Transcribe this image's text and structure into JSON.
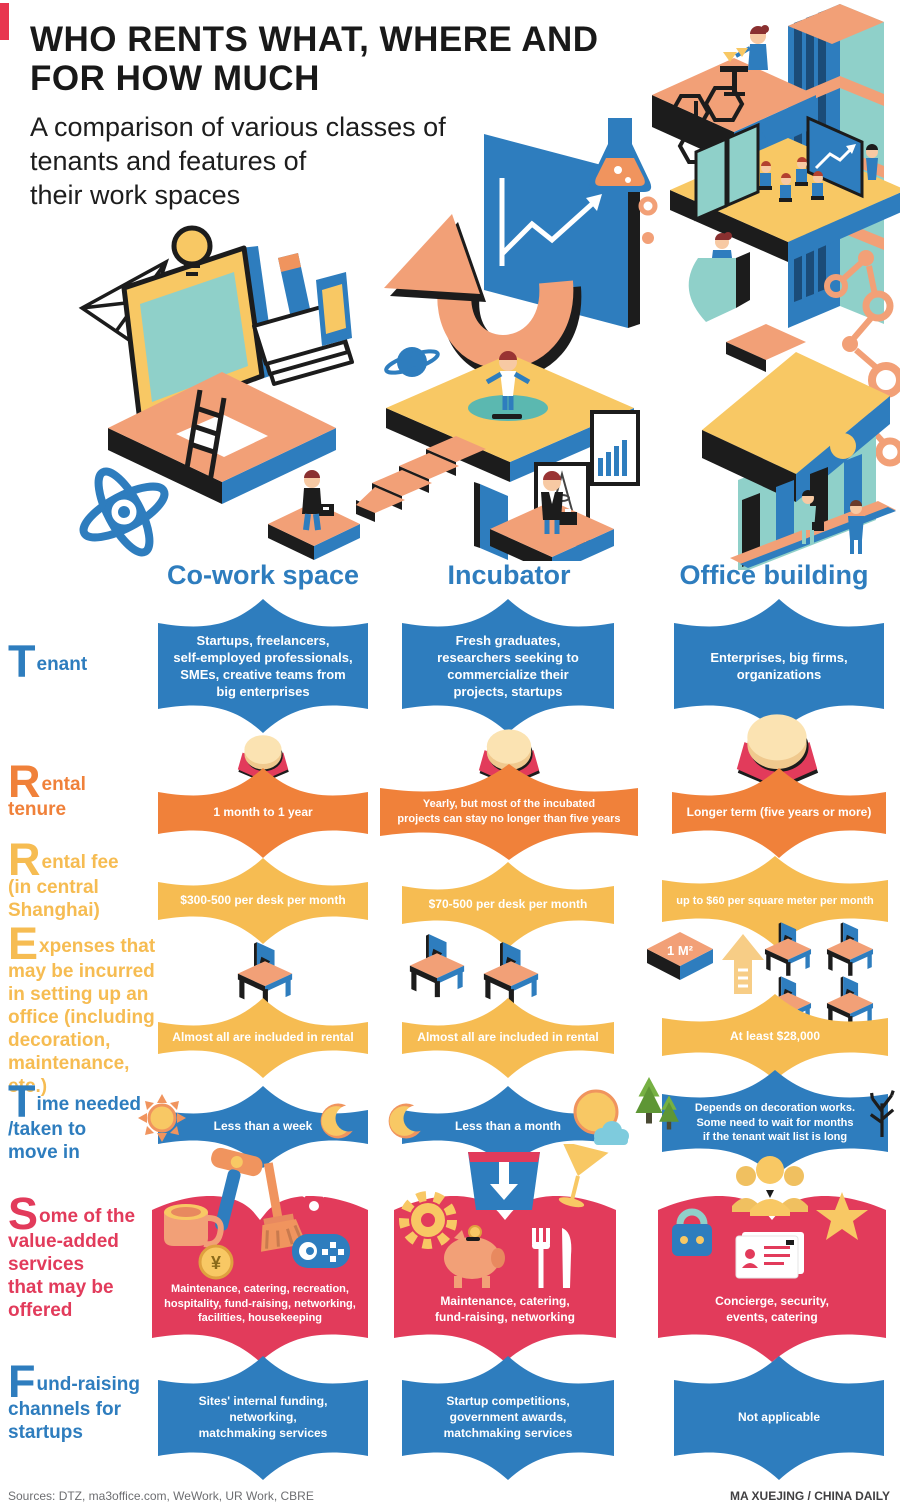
{
  "page": {
    "title_line1": "WHO RENTS WHAT, WHERE AND",
    "title_line2": "FOR HOW MUCH",
    "subtitle": "A comparison of various classes of\ntenants and features of\ntheir work spaces"
  },
  "columns": [
    {
      "header": "Co-work space"
    },
    {
      "header": "Incubator"
    },
    {
      "header": "Office building"
    }
  ],
  "rows": {
    "tenant": {
      "label": {
        "initial": "T",
        "first": "enant",
        "lines": []
      },
      "cells": [
        "Startups, freelancers,\nself-employed professionals,\nSMEs,  creative teams from\nbig enterprises",
        "Fresh graduates,\nresearchers seeking to\ncommercialize their\nprojects, startups",
        "Enterprises, big firms,\norganizations"
      ]
    },
    "tenure": {
      "label": {
        "initial": "R",
        "first": "ental",
        "lines": [
          "tenure"
        ]
      },
      "cells": [
        "1 month to 1 year",
        "Yearly, but most of the incubated\nprojects can stay no longer than five years",
        "Longer term (five years or more)"
      ]
    },
    "fee": {
      "label": {
        "initial": "R",
        "first": "ental fee",
        "lines": [
          "(in central",
          "Shanghai)"
        ]
      },
      "cells": [
        "$300-500 per desk per month",
        "$70-500 per desk per month",
        "up to $60 per square meter per month"
      ]
    },
    "expenses": {
      "label": {
        "initial": "E",
        "first": "xpenses that",
        "lines": [
          "may be incurred",
          "in setting up an",
          "office (including",
          "decoration,",
          "maintenance, etc.)"
        ]
      },
      "sqm_label": "1 M²",
      "cells": [
        "Almost all are included in rental",
        "Almost all are included in rental",
        "At least $28,000"
      ]
    },
    "time": {
      "label": {
        "initial": "T",
        "first": "ime needed",
        "lines": [
          "/taken to",
          "move in"
        ]
      },
      "cells": [
        "Less than a week",
        "Less than a month",
        "Depends on decoration works.\nSome need to wait for months\nif the tenant wait list is long"
      ]
    },
    "services": {
      "label": {
        "initial": "S",
        "first": "ome of the",
        "lines": [
          "value-added",
          "services",
          "that may be",
          "offered"
        ]
      },
      "cells": [
        "Maintenance, catering, recreation,\nhospitality, fund-raising, networking,\nfacilities, housekeeping",
        "Maintenance, catering,\nfund-raising, networking",
        "Concierge, security,\nevents, catering"
      ]
    },
    "funding": {
      "label": {
        "initial": "F",
        "first": "und-raising",
        "lines": [
          "channels for",
          "startups"
        ]
      },
      "cells": [
        "Sites' internal funding,\nnetworking,\nmatchmaking services",
        "Startup competitions,\ngovernment awards,\nmatchmaking services",
        "Not applicable"
      ]
    }
  },
  "icons": {
    "coin_symbol": "¥"
  },
  "footer": {
    "sources": "Sources: DTZ, ma3office.com, WeWork, UR Work, CBRE",
    "credit": "MA XUEJING / CHINA DAILY"
  },
  "colors": {
    "blue": "#2E7DBE",
    "orange": "#F0813A",
    "amber": "#F6BC52",
    "crimson": "#E23B5B",
    "peach": "#F2A077",
    "teal": "#8FD0C9",
    "yellow": "#F8C864"
  }
}
